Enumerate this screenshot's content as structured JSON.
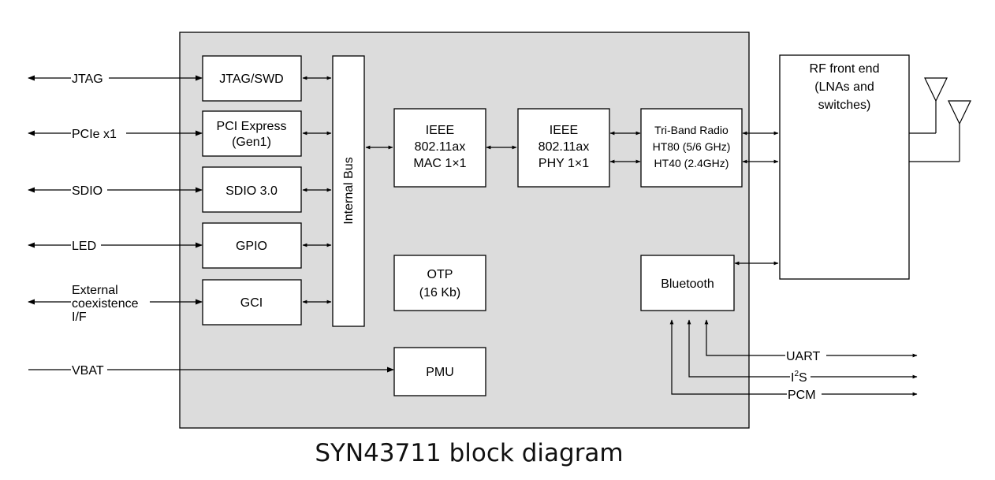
{
  "caption": "SYN43711 block diagram",
  "external_signals": {
    "jtag": "JTAG",
    "pcie": "PCIe x1",
    "sdio": "SDIO",
    "led": "LED",
    "coex_line1": "External",
    "coex_line2": "coexistence",
    "coex_line3": "I/F",
    "vbat": "VBAT",
    "uart": "UART",
    "i2s_base": "I",
    "i2s_sup": "2",
    "i2s_tail": "S",
    "pcm": "PCM"
  },
  "blocks": {
    "jtag_swd": "JTAG/SWD",
    "pci_express_line1": "PCI Express",
    "pci_express_line2": "(Gen1)",
    "sdio30": "SDIO 3.0",
    "gpio": "GPIO",
    "gci": "GCI",
    "internal_bus": "Internal Bus",
    "mac_line1": "IEEE",
    "mac_line2": "802.11ax",
    "mac_line3": "MAC 1×1",
    "phy_line1": "IEEE",
    "phy_line2": "802.11ax",
    "phy_line3": "PHY 1×1",
    "radio_line1": "Tri-Band Radio",
    "radio_line2": "HT80 (5/6 GHz)",
    "radio_line3": "HT40 (2.4GHz)",
    "otp_line1": "OTP",
    "otp_line2": "(16 Kb)",
    "pmu": "PMU",
    "bluetooth": "Bluetooth",
    "rf_line1": "RF front end",
    "rf_line2": "(LNAs and",
    "rf_line3": "switches)"
  }
}
